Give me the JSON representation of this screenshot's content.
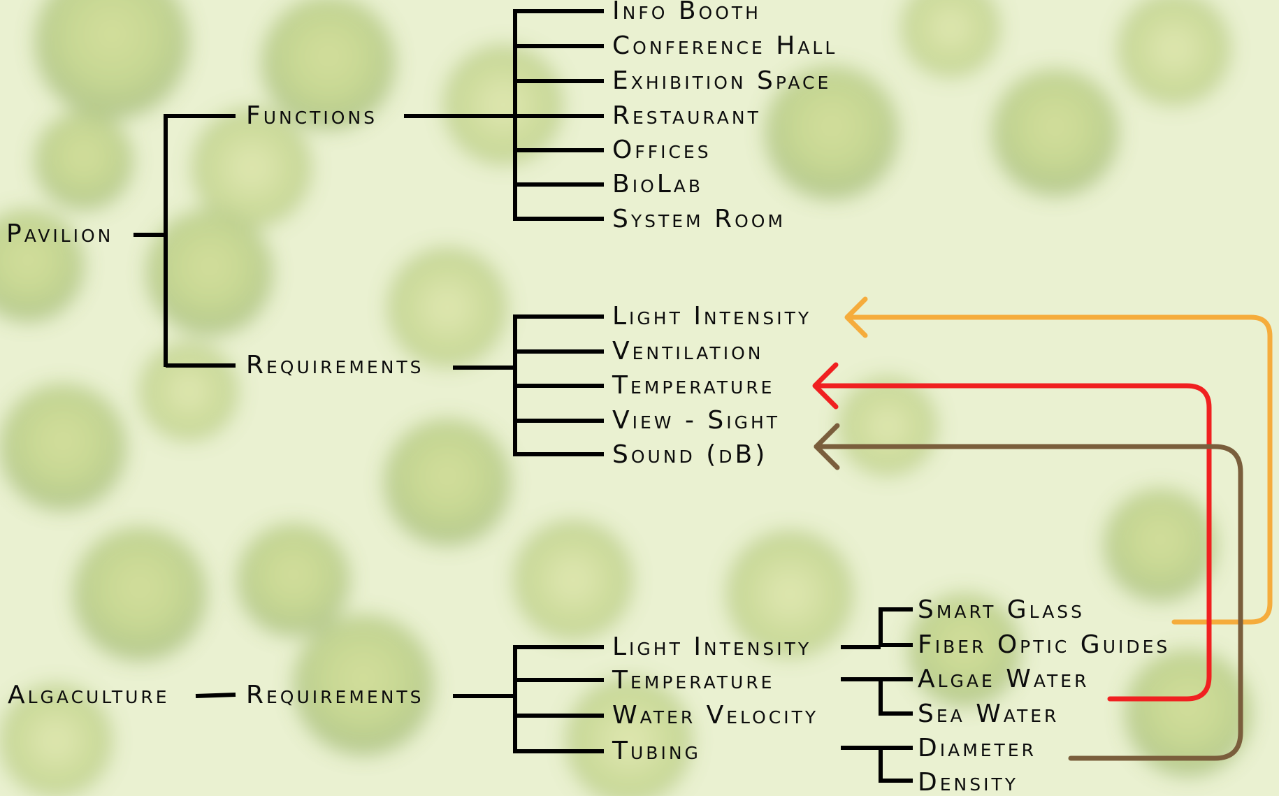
{
  "pavilion": {
    "root": "Pavilion",
    "functions": {
      "label": "Functions",
      "items": [
        "Info Booth",
        "Conference Hall",
        "Exhibition Space",
        "Restaurant",
        "Offices",
        "BioLab",
        "System Room"
      ]
    },
    "requirements": {
      "label": "Requirements",
      "items": [
        "Light Intensity",
        "Ventilation",
        "Temperature",
        "View - Sight",
        "Sound (dB)"
      ]
    }
  },
  "algaculture": {
    "root": "Algaculture",
    "requirements": {
      "label": "Requirements",
      "items": [
        "Light Intensity",
        "Temperature",
        "Water Velocity",
        "Tubing"
      ]
    },
    "light_options": [
      "Smart Glass",
      "Fiber Optic Guides"
    ],
    "temperature_options": [
      "Algae Water",
      "Sea Water"
    ],
    "tubing_options": [
      "Diameter",
      "Density"
    ]
  },
  "links": [
    {
      "from": "Fiber Optic Guides",
      "to": "Light Intensity",
      "color": "#f5ac3c"
    },
    {
      "from": "Sea Water",
      "to": "Temperature",
      "color": "#f02020"
    },
    {
      "from": "Diameter",
      "to": "Sound (dB)",
      "color": "#7a5e3c"
    }
  ]
}
